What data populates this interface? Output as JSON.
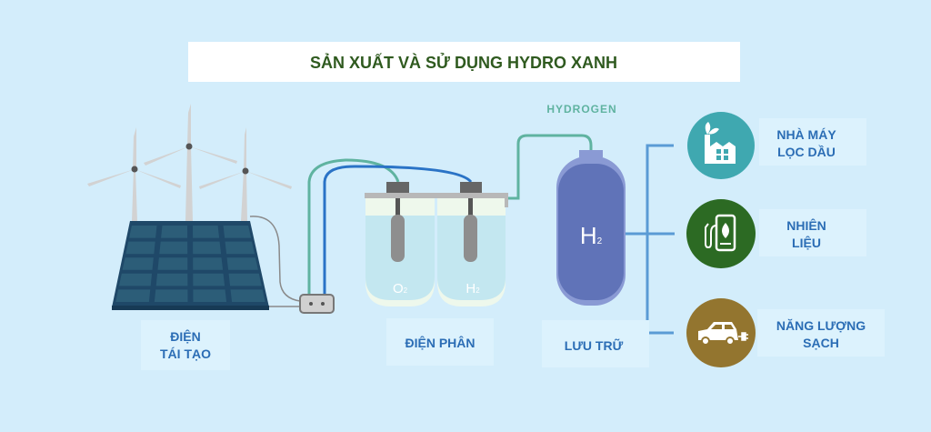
{
  "title": "SẢN XUẤT VÀ SỬ DỤNG HYDRO XANH",
  "colors": {
    "background": "#d3edfb",
    "title_text": "#2f5a1f",
    "label_text": "#2b6db5",
    "hydrogen_pipe": "#5fb3a0",
    "power_pipe": "#2a73c6",
    "tank": "#6073b8",
    "bracket": "#5a9bd5",
    "refinery": "#3fa8b0",
    "fuel": "#2c6a23",
    "clean_energy": "#93752f"
  },
  "stages": {
    "renewable": {
      "line1": "ĐIỆN",
      "line2": "TÁI TẠO"
    },
    "electrolysis": {
      "label": "ĐIỆN PHÂN",
      "left_tank": "O",
      "left_sub": "2",
      "right_tank": "H",
      "right_sub": "2"
    },
    "storage": {
      "label": "LƯU TRỮ",
      "tank": "H",
      "tank_sub": "2"
    },
    "pipe_label": "HYDROGEN"
  },
  "uses": [
    {
      "line1": "NHÀ MÁY",
      "line2": "LỌC DẦU",
      "icon": "factory-leaf-icon"
    },
    {
      "line1": "NHIÊN",
      "line2": "LIỆU",
      "icon": "fuel-pump-leaf-icon"
    },
    {
      "line1": "NĂNG LƯỢNG",
      "line2": "SẠCH",
      "icon": "electric-car-icon"
    }
  ]
}
